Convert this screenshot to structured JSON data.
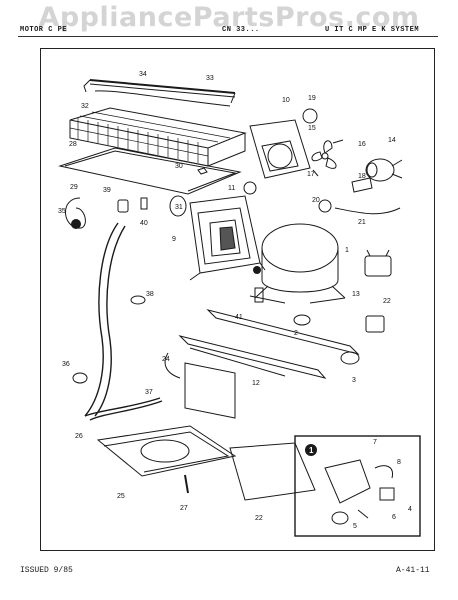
{
  "watermark": "AppliancePartsPros.com",
  "header": {
    "left": "MOTOR C PE",
    "center": "CN 33...",
    "right": "U IT C MP  E  K SYSTEM"
  },
  "footer": {
    "issued": "ISSUED 9/85",
    "page": "A-41-11"
  },
  "inset_marker": "1",
  "part_numbers": [
    "34",
    "33",
    "32",
    "28",
    "29",
    "30",
    "39",
    "35",
    "40",
    "31",
    "9",
    "10",
    "19",
    "15",
    "16",
    "14",
    "11",
    "17",
    "18",
    "20",
    "21",
    "1",
    "13",
    "22",
    "38",
    "41",
    "2",
    "36",
    "24",
    "37",
    "12",
    "3",
    "26",
    "25",
    "27",
    "22",
    "7",
    "8",
    "4",
    "6",
    "5"
  ]
}
